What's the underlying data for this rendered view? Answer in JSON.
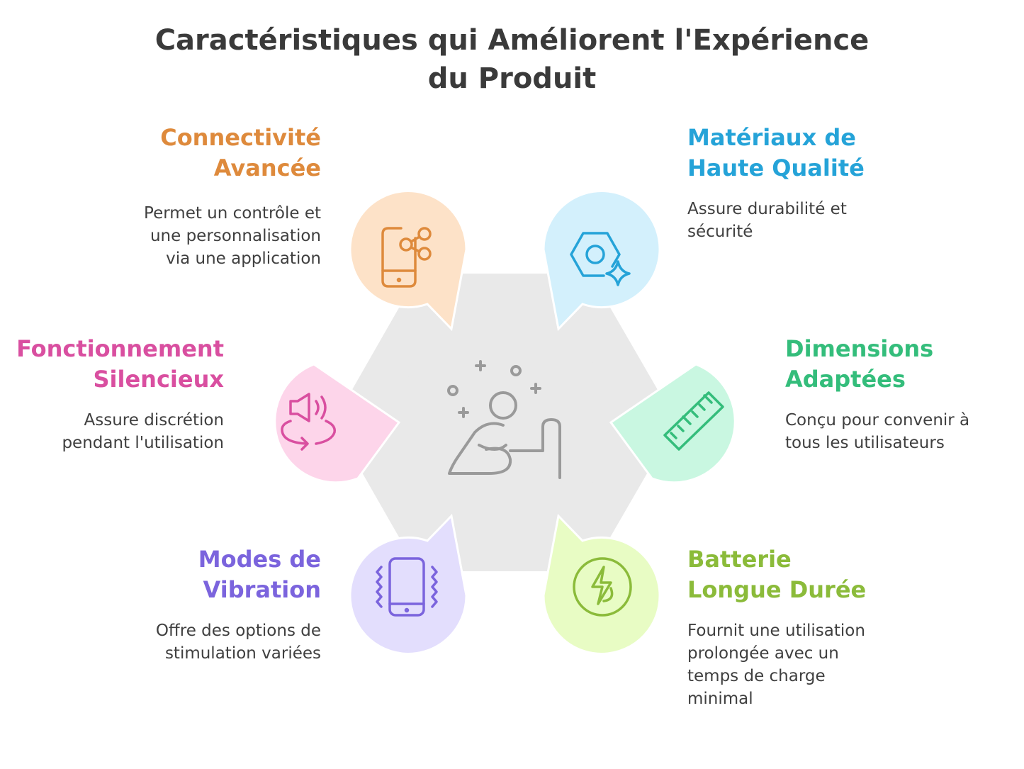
{
  "title_lines": [
    "Caractéristiques qui Améliorent l'Expérience",
    "du Produit"
  ],
  "center_icon": "person-at-desk-icon",
  "features": [
    {
      "id": "connectivity",
      "title_lines": [
        "Connectivité",
        "Avancée"
      ],
      "desc_lines": [
        "Permet un contrôle et",
        "une personnalisation",
        "via une application"
      ],
      "color": "#de8a3c",
      "fill": "#fde2c8",
      "icon": "smartphone-share-icon"
    },
    {
      "id": "materials",
      "title_lines": [
        "Matériaux de",
        "Haute Qualité"
      ],
      "desc_lines": [
        "Assure durabilité et",
        "sécurité"
      ],
      "color": "#25a3d8",
      "fill": "#d3f0fc",
      "icon": "hexagon-sparkle-icon"
    },
    {
      "id": "silent",
      "title_lines": [
        "Fonctionnement",
        "Silencieux"
      ],
      "desc_lines": [
        "Assure discrétion",
        "pendant l'utilisation"
      ],
      "color": "#d94fa0",
      "fill": "#fdd5ea",
      "icon": "speaker-rotate-icon"
    },
    {
      "id": "dimensions",
      "title_lines": [
        "Dimensions",
        "Adaptées"
      ],
      "desc_lines": [
        "Conçu pour convenir à",
        "tous les utilisateurs"
      ],
      "color": "#34bd7b",
      "fill": "#c9f7e1",
      "icon": "ruler-icon"
    },
    {
      "id": "vibration",
      "title_lines": [
        "Modes de",
        "Vibration"
      ],
      "desc_lines": [
        "Offre des options de",
        "stimulation variées"
      ],
      "color": "#7b64dd",
      "fill": "#e3defd",
      "icon": "phone-vibrate-icon"
    },
    {
      "id": "battery",
      "title_lines": [
        "Batterie",
        "Longue Durée"
      ],
      "desc_lines": [
        "Fournit une utilisation",
        "prolongée avec un",
        "temps de charge",
        "minimal"
      ],
      "color": "#8bbb3a",
      "fill": "#e8fcc4",
      "icon": "battery-charge-icon"
    }
  ]
}
